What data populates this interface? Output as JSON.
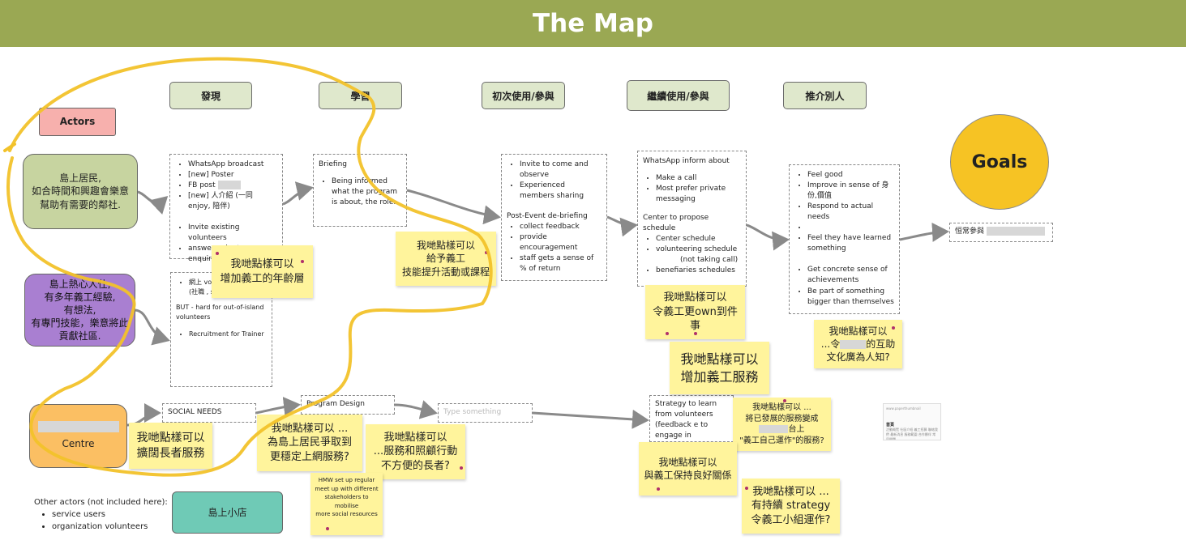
{
  "title": "The Map",
  "stages": [
    "發現",
    "學習",
    "初次使用/參與",
    "繼續使用/參與",
    "推介別人"
  ],
  "actors_label": "Actors",
  "goals_label": "Goals",
  "actor_boxes": {
    "residents": [
      "島上居民,",
      "如合時間和興趣會樂意",
      "幫助有需要的鄰社."
    ],
    "enthusiasts": [
      "島上熱心人仕,",
      "有多年義工經驗,",
      "有想法,",
      "有專門技能，樂意將此",
      "貢獻社區."
    ],
    "centre": "Centre",
    "shop": "島上小店"
  },
  "discover_items": [
    "WhatsApp broadcast",
    "[new] Poster",
    "FB post",
    "[new] 人介紹 (一同 enjoy, 陪伴)",
    "",
    "Invite existing volunteers",
    "answer volunteer enquiries"
  ],
  "discover2": {
    "items": [
      "網上 volunteer platform",
      "(社職 , social career)"
    ],
    "but": "BUT - hard for out-of-island volunteers",
    "last": "Recruitment for Trainer"
  },
  "briefing": {
    "title": "Briefing",
    "items": [
      "Being informed what the program is about, the role."
    ]
  },
  "first_use": {
    "items": [
      "Invite to come and observe",
      "Experienced members sharing"
    ],
    "post_title": "Post-Event de-briefing",
    "post_items": [
      "collect feedback",
      "provide encouragement",
      "staff gets a sense of % of return"
    ]
  },
  "continue": {
    "title": "WhatsApp inform about",
    "items": [
      "Make a call",
      "Most prefer private messaging"
    ],
    "center": "Center to propose schedule",
    "center_items": [
      "Center schedule",
      "volunteering schedule"
    ],
    "sub_item": "(not taking call)",
    "last": "benefiaries schedules"
  },
  "refer": [
    "Feel good",
    "Improve in sense of 身份,價值",
    "Respond to actual needs",
    "",
    "Feel they have learned something",
    "",
    "Get concrete sense of achievements",
    "Be part of something bigger than themselves"
  ],
  "goal_box": "恒常參與",
  "social_needs": "SOCIAL NEEDS",
  "program_design": "Program Design",
  "type_something": "Type something",
  "strategy_box": "Strategy to learn from volunteers (feedback e to engage in sustainab way",
  "stickies": {
    "s1": [
      "我哋點樣可以",
      "增加義工的年齡層"
    ],
    "s2": [
      "我哋點樣可以",
      "給予義工",
      "技能提升活動或課程"
    ],
    "s3": [
      "我哋點樣可以",
      "令義工更own到件事"
    ],
    "s4": [
      "我哋點樣可以",
      "增加義工服務"
    ],
    "s5": [
      "我哋點樣可以",
      "...令",
      "的互助",
      "文化廣為人知?"
    ],
    "s6": [
      "我哋點樣可以",
      "擴闊長者服務"
    ],
    "s7": [
      "我哋點樣可以 ...",
      "為島上居民爭取到",
      "更穩定上網服務?"
    ],
    "s8": [
      "我哋點樣可以",
      "...服務和照顧行動",
      "不方便的長者?"
    ],
    "s9": [
      "我哋點樣可以 ...",
      "將已發展的服務變成",
      "台上",
      "\"義工自己運作\"的服務?"
    ],
    "s10": [
      "我哋點樣可以",
      "與義工保持良好關係"
    ],
    "s11": [
      "我哋點樣可以 ...",
      "有持續 strategy",
      "令義工小組運作?"
    ],
    "s12": [
      "HMW set up regular",
      "meet up with different",
      "stakeholders to mobilise",
      "more social resources"
    ]
  },
  "thumbnail": {
    "header": "www.paperthumbnail",
    "title": "首頁",
    "body": "活動概覽 社區介紹 義工招募 聯絡我們 最新消息 服務範圍 合作夥伴 常見問題"
  },
  "other_actors": {
    "title": "Other actors (not included here):",
    "items": [
      "service users",
      "organization volunteers"
    ]
  },
  "colors": {
    "banner": "#9aa853",
    "stage": "#dfe8cc",
    "actor_green": "#c7d4a0",
    "actor_purple": "#a97fd1",
    "actor_orange": "#fbbf63",
    "actor_teal": "#6fcab6",
    "actors_pink": "#f7b0ad",
    "goals": "#f6c324",
    "sticky": "#fff49c",
    "marker": "#f2c22a"
  }
}
